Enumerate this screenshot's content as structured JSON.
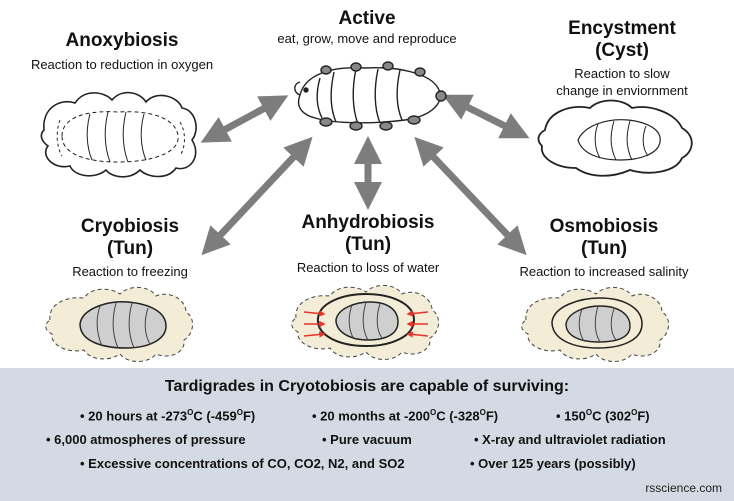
{
  "states": {
    "active": {
      "title": "Active",
      "subtitle": "eat, grow, move and reproduce"
    },
    "anoxybiosis": {
      "title": "Anoxybiosis",
      "subtitle": "Reaction to reduction in oxygen"
    },
    "encystment": {
      "title_line1": "Encystment",
      "title_line2": "(Cyst)",
      "subtitle_line1": "Reaction to slow",
      "subtitle_line2": "change in enviornment"
    },
    "cryobiosis": {
      "title_line1": "Cryobiosis",
      "title_line2": "(Tun)",
      "subtitle": "Reaction to freezing"
    },
    "anhydrobiosis": {
      "title_line1": "Anhydrobiosis",
      "title_line2": "(Tun)",
      "subtitle": "Reaction to loss of water"
    },
    "osmobiosis": {
      "title_line1": "Osmobiosis",
      "title_line2": "(Tun)",
      "subtitle": "Reaction to increased salinity"
    }
  },
  "panel": {
    "title": "Tardigrades in Cryotobiosis are capable of surviving:",
    "facts": {
      "f1_a": "• 20 hours at -273",
      "f1_sup": "O",
      "f1_b": "C (-459",
      "f1_sup2": "O",
      "f1_c": "F)",
      "f2_a": "• 20 months at -200",
      "f2_sup": "O",
      "f2_b": "C (-328",
      "f2_sup2": "O",
      "f2_c": "F)",
      "f3_a": "• 150",
      "f3_sup": "O",
      "f3_b": "C (302",
      "f3_sup2": "O",
      "f3_c": "F)",
      "f4": "• 6,000 atmospheres of pressure",
      "f5": "• Pure vacuum",
      "f6": "• X-ray and ultraviolet radiation",
      "f7": "• Excessive concentrations of CO, CO2, N2, and SO2",
      "f8": "• Over 125 years (possibly)"
    }
  },
  "source": "rsscience.com",
  "colors": {
    "arrow": "#7d7d7d",
    "panel": "#d3dae3",
    "tun_fill": "#f3ecd6",
    "body_fill": "#dedede",
    "water_arrow": "#e8352b"
  }
}
